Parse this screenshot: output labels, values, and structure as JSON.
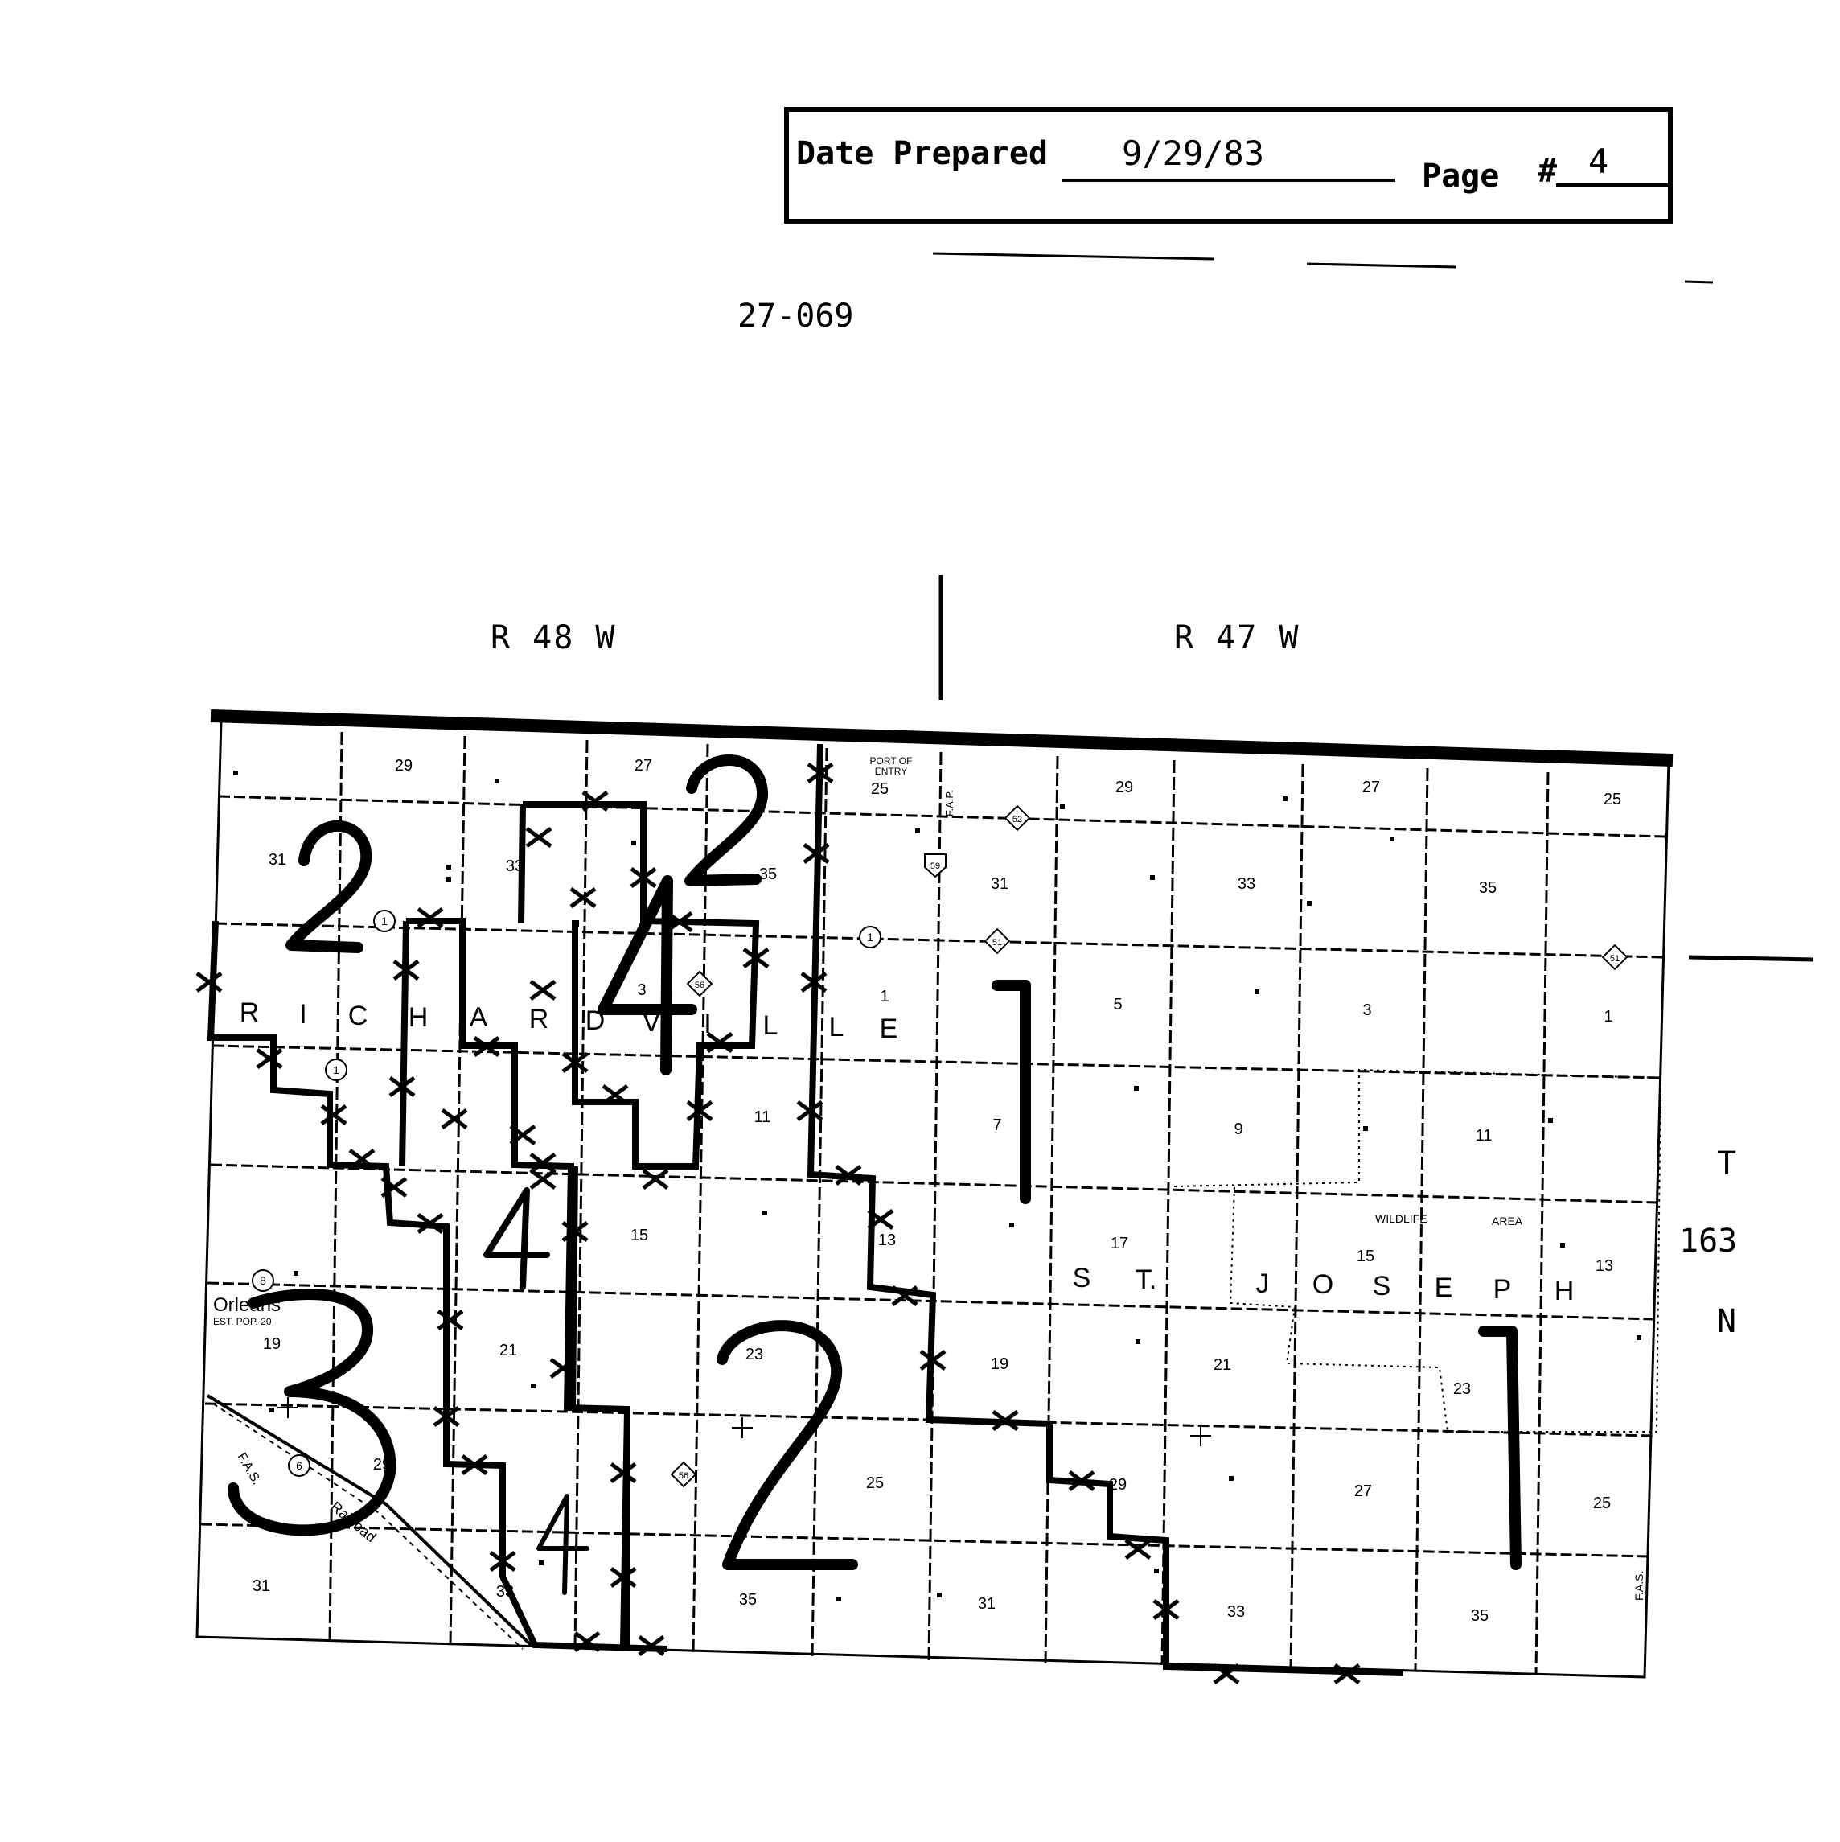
{
  "header": {
    "date_label": "Date Prepared",
    "date_value": "9/29/83",
    "page_label": "Page",
    "page_hash": "#",
    "page_value": "4"
  },
  "document_id": "27-069",
  "ranges": {
    "left": "R 48 W",
    "right": "R 47 W"
  },
  "township": {
    "t": "T",
    "num": "163",
    "n": "N"
  },
  "townships": {
    "richardville": [
      "R",
      "I",
      "C",
      "H",
      "A",
      "R",
      "D",
      "V",
      "I",
      "L",
      "L",
      "E"
    ],
    "st_joseph": [
      "S",
      "T.",
      "J",
      "O",
      "S",
      "E",
      "P",
      "H"
    ]
  },
  "places": {
    "orleans": "Orleans",
    "orleans_pop": "EST. POP. 20",
    "port_of_entry": [
      "PORT OF",
      "ENTRY"
    ],
    "wildlife": "WILDLIFE",
    "area": "AREA",
    "railroad": "Railroad",
    "fas_6": "F.A.S.",
    "fas_right": "F.A.S.",
    "fap": "F.A.P."
  },
  "route_shields": [
    "1",
    "1",
    "1",
    "8",
    "6",
    "56",
    "56",
    "59",
    "51",
    "51",
    "52"
  ],
  "district_numbers": [
    "2",
    "2",
    "4",
    "4",
    "4",
    "1",
    "3",
    "2",
    "1"
  ],
  "section_numbers": [
    "29",
    "27",
    "25",
    "29",
    "27",
    "25",
    "31",
    "33",
    "35",
    "31",
    "33",
    "35",
    "3",
    "1",
    "5",
    "3",
    "1",
    "11",
    "7",
    "9",
    "11",
    "15",
    "13",
    "17",
    "15",
    "13",
    "19",
    "21",
    "23",
    "19",
    "21",
    "23",
    "29",
    "25",
    "29",
    "27",
    "25",
    "31",
    "33",
    "35",
    "31",
    "33",
    "35"
  ]
}
